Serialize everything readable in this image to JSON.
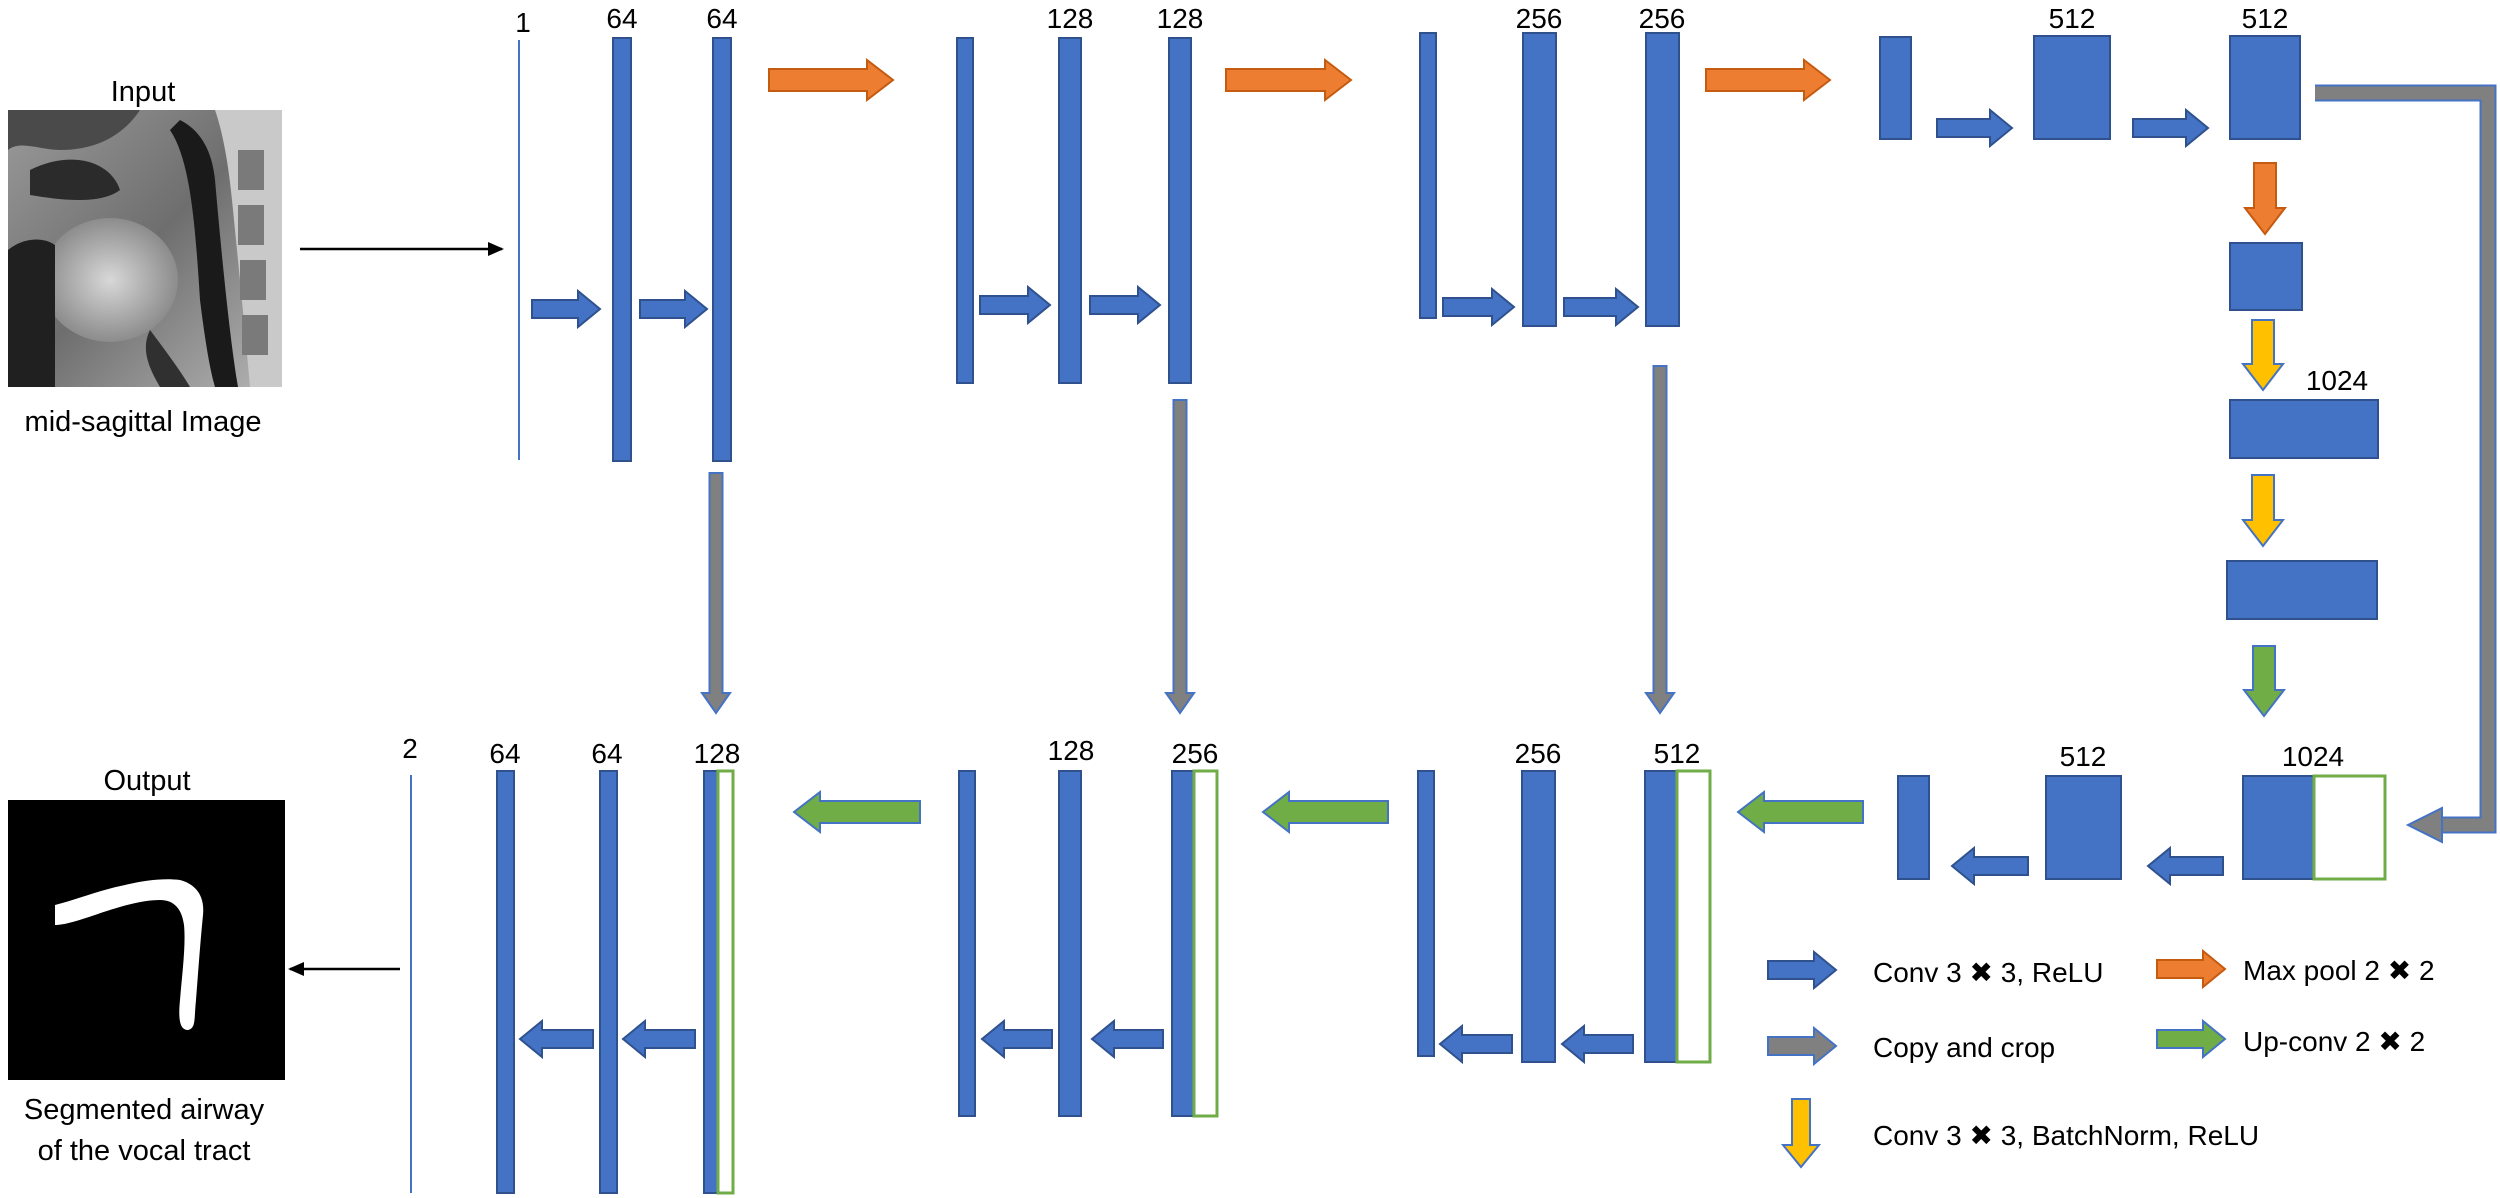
{
  "colors": {
    "block_fill": "#4472C4",
    "block_stroke": "#2F528F",
    "conv_arrow": "#4472C4",
    "maxpool_arrow": "#ED7D31",
    "copy_arrow": "#808080",
    "batchnorm_arrow": "#FFC000",
    "upconv_arrow": "#70AD47",
    "input_line": "#4472C4"
  },
  "input": {
    "title": "Input",
    "caption": "mid-sagittal Image",
    "image": "mid-sagittal MRI"
  },
  "output": {
    "title": "Output",
    "caption_line1": "Segmented airway",
    "caption_line2": "of the vocal tract",
    "image": "segmentation mask"
  },
  "labels": {
    "enc1_in": "1",
    "enc1_a": "64",
    "enc1_b": "64",
    "enc2_a": "128",
    "enc2_b": "128",
    "enc3_a": "256",
    "enc3_b": "256",
    "enc4_a": "512",
    "enc4_b": "512",
    "bottleneck": "1024",
    "dec4_upconv": "1024",
    "dec4_a": "512",
    "dec3_concat": "512",
    "dec3_a": "256",
    "dec2_concat": "256",
    "dec2_a": "128",
    "dec1_concat": "128",
    "dec1_a": "64",
    "dec1_b": "64",
    "out": "2"
  },
  "legend": {
    "conv": "Conv 3 ✖ 3, ReLU",
    "copy": "Copy and crop",
    "maxpool": "Max pool 2 ✖ 2",
    "upconv": "Up-conv 2 ✖ 2",
    "batchnorm": "Conv 3 ✖ 3, BatchNorm, ReLU"
  }
}
